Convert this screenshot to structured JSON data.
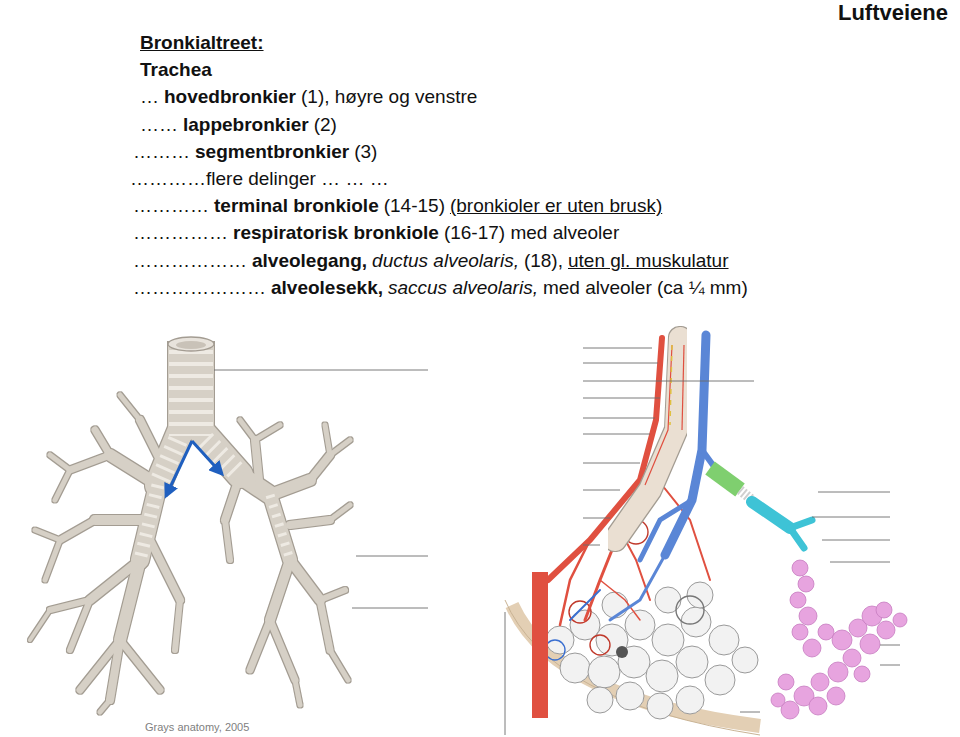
{
  "diagram": {
    "title": "Luftveiene",
    "caption": "Grays anatomy, 2005",
    "labels": [
      "Bronkialtreet:",
      "Trachea",
      "…",
      "hovedbronkier",
      "(1), høyre og venstre",
      "……",
      "lappebronkier",
      "(2)",
      "………",
      "segmentbronkier",
      "(3)",
      "…………flere delinger … … …",
      "…………",
      "terminal bronkiole",
      "(14-15)",
      "(bronkioler er uten brusk)",
      "……………",
      "respiratorisk bronkiole",
      "(16-17) med alveoler",
      "………………",
      "alveolegang,",
      "ductus alveolaris,",
      "(18),",
      "uten gl. muskulatur",
      "…………………",
      "alveolesekk,",
      "saccus alveolaris,",
      "med alveoler (ca ¼ mm)"
    ]
  }
}
